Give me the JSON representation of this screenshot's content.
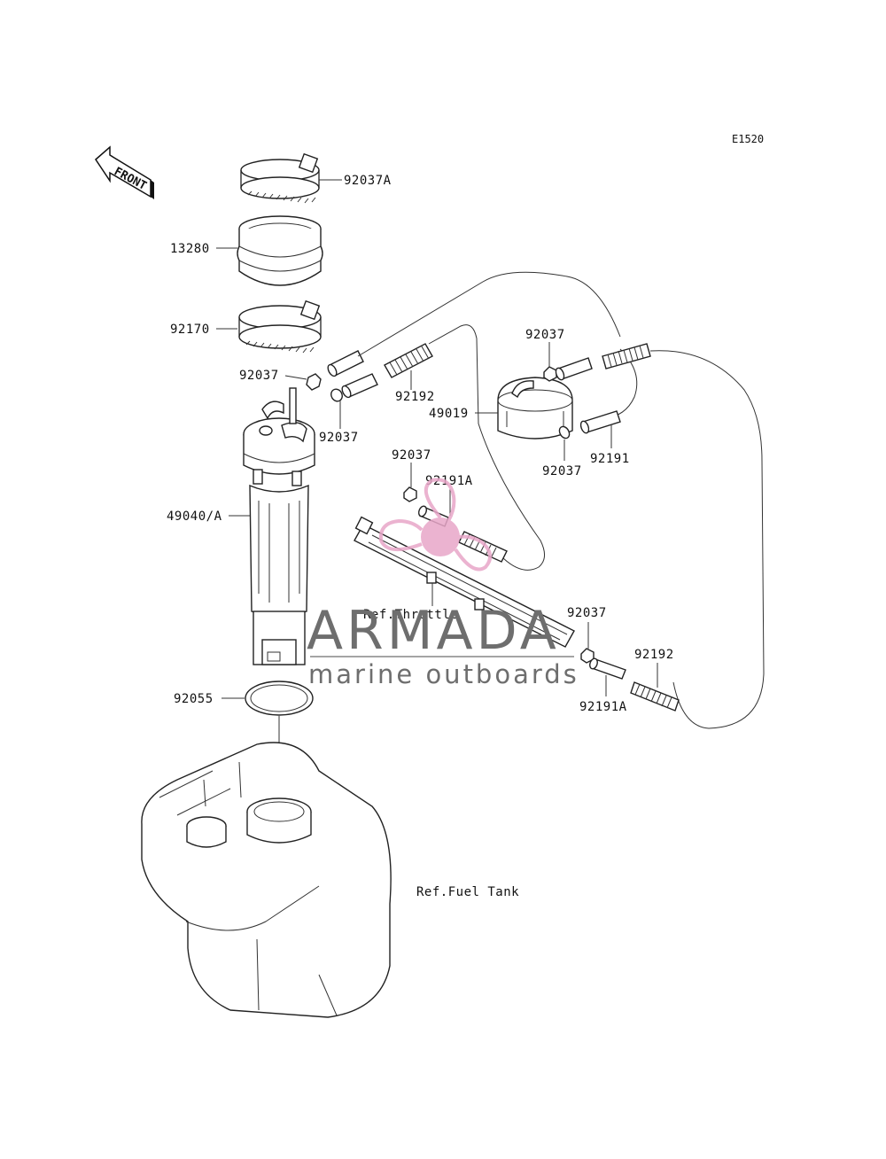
{
  "diagram": {
    "code": "E1520",
    "front_label": "FRONT",
    "parts": {
      "clamp_top": "92037A",
      "boot": "13280",
      "clamp_bottom": "92170",
      "clip_left": "92037",
      "clip_mid": "92037",
      "hose_top": "92192",
      "filter": "49019",
      "clip_filter_top": "92037",
      "clip_filter_bottom": "92037",
      "hose_right": "92191",
      "clip_throttle": "92037",
      "hose_throttle": "92191A",
      "pump": "49040/A",
      "clip_lower": "92037",
      "hose_lower": "92192",
      "hose_lower_a": "92191A",
      "gasket": "92055"
    },
    "refs": {
      "throttle": "Ref.Throttle",
      "fuel_tank": "Ref.Fuel Tank"
    }
  },
  "watermark": {
    "brand": "ARMADA",
    "tagline": "marine outboards",
    "color_logo": "#e8a6c8",
    "color_text": "#6e6e6e"
  }
}
